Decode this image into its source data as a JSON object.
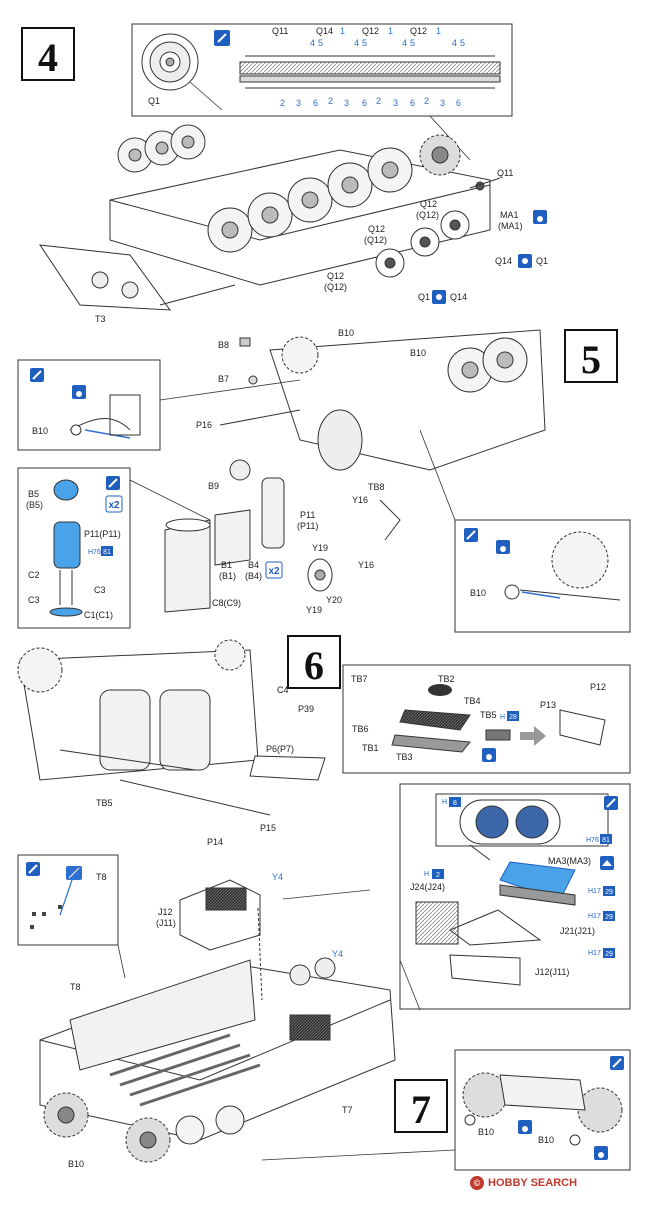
{
  "steps": [
    "4",
    "5",
    "6",
    "7"
  ],
  "step4": {
    "inset_label": "Q1",
    "track_top": [
      "Q11",
      "Q14",
      "1",
      "Q12",
      "1",
      "Q12",
      "1"
    ],
    "track_nums_top": [
      "4",
      "5",
      "4",
      "5",
      "4",
      "5",
      "4",
      "5"
    ],
    "track_nums_bottom": [
      "2",
      "3",
      "6",
      "2",
      "3",
      "6",
      "2",
      "3",
      "6",
      "2",
      "3",
      "6"
    ],
    "hull_plate": "T3",
    "parts": [
      "Q11",
      "MA1",
      "(MA1)",
      "Q12",
      "(Q12)",
      "Q12",
      "(Q12)",
      "Q12",
      "(Q12)",
      "Q14",
      "Q1",
      "Q1",
      "Q14"
    ]
  },
  "step5": {
    "top_parts": [
      "B8",
      "B7",
      "B10",
      "B10",
      "P16",
      "B9",
      "TB8",
      "Y16",
      "Y16"
    ],
    "left_inset": {
      "label": "B10"
    },
    "exhaust_inset": {
      "parts": [
        "B5",
        "(B5)",
        "P11(P11)",
        "C2",
        "C3",
        "C3",
        "C1(C1)"
      ],
      "paint_code": "H76",
      "paint_num": "81",
      "mult": "x2"
    },
    "muffler_parts": [
      "P11",
      "(P11)",
      "B1",
      "(B1)",
      "B4",
      "(B4)",
      "C8(C9)",
      "Y19",
      "Y19",
      "Y20"
    ],
    "mult2": "x2",
    "right_inset": {
      "label": "B10"
    }
  },
  "step6": {
    "parts_left": [
      "C4",
      "P39",
      "P6(P7)",
      "TB5",
      "P15",
      "P14"
    ],
    "inset_parts": [
      "TB7",
      "TB2",
      "TB6",
      "TB4",
      "TB5",
      "TB1",
      "TB3",
      "P13",
      "P12"
    ],
    "inset_paint": {
      "code": "H",
      "num": "28"
    },
    "grille_inset": {
      "paint_top": {
        "code": "H",
        "num": "8"
      },
      "paint_bottom": {
        "code": "H76",
        "num": "81"
      }
    },
    "grille_parts": [
      "MA3(MA3)",
      "J24(J24)",
      "J21(J21)",
      "J12(J11)"
    ],
    "grille_paints": [
      {
        "code": "H",
        "num": "2"
      },
      {
        "code": "H17",
        "num": "29"
      },
      {
        "code": "H17",
        "num": "29"
      },
      {
        "code": "H17",
        "num": "29"
      }
    ]
  },
  "step7": {
    "top_inset_label": "T8",
    "parts": [
      "Y4",
      "Y4",
      "J12",
      "(J11)",
      "T8",
      "T7",
      "B10"
    ],
    "right_inset_labels": [
      "B10",
      "B10"
    ]
  },
  "footer": {
    "brand": "HOBBY SEARCH",
    "mark": "©"
  },
  "colors": {
    "accent_blue": "#2e6fd1",
    "line": "#333333",
    "paint_icon": "#1f5fbf"
  }
}
